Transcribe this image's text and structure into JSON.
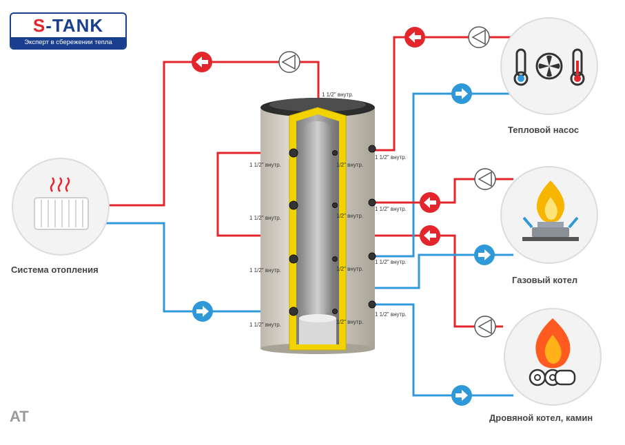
{
  "logo": {
    "brand": "S-TANK",
    "tagline": "Эксперт в сбережении тепла"
  },
  "model": "AT",
  "devices": {
    "heating_system": "Система отопления",
    "heat_pump": "Тепловой насос",
    "gas_boiler": "Газовый котел",
    "wood_boiler": "Дровяной котел, камин"
  },
  "ports": {
    "top": "1 1/2\" внутр.",
    "l1": "1 1/2\" внутр.",
    "l2": "1 1/2\" внутр.",
    "l3": "1 1/2\" внутр.",
    "l4": "1 1/2\" внутр.",
    "m1": "1/2\" внутр.",
    "m2": "1/2\" внутр.",
    "m3": "1/2\" внутр.",
    "m4": "1/2\" внутр.",
    "r1": "1 1/2\" внутр.",
    "r2": "1 1/2\" внутр.",
    "r3": "1 1/2\" внутр.",
    "r4": "1 1/2\" внутр."
  },
  "colors": {
    "hot": "#e3262c",
    "cold": "#2f98d8",
    "insulation": "#f2d300",
    "brand": "#1b3f8f"
  },
  "icons": [
    "radiator-icon",
    "heat-pump-icon",
    "gas-flame-icon",
    "wood-fire-icon",
    "pump-icon",
    "flow-arrow-icon"
  ]
}
